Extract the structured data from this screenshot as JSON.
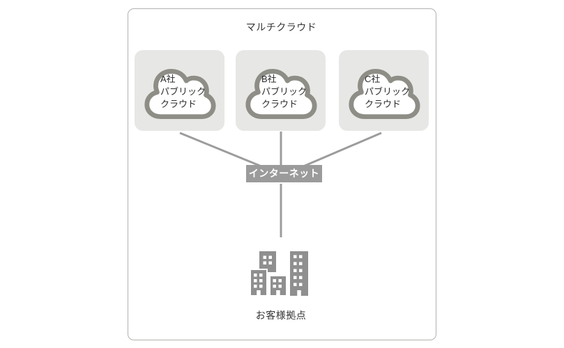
{
  "diagram": {
    "title": "マルチクラウド",
    "clouds": [
      {
        "id": "a",
        "label": "A社\nパブリック\nクラウド"
      },
      {
        "id": "b",
        "label": "B社\nパブリック\nクラウド"
      },
      {
        "id": "c",
        "label": "C社\nパブリック\nクラウド"
      }
    ],
    "internet_label": "インターネット",
    "site_label": "お客様拠点",
    "colors": {
      "frame_border": "#b2b2b0",
      "card_background": "#e7e7e5",
      "cloud_stroke": "#8e8e87",
      "cloud_fill": "#ffffff",
      "connector_line": "#9c9c9c",
      "internet_background": "#9b9b9b",
      "internet_text": "#ffffff",
      "building_fill": "#8f8f8f",
      "text": "#333333"
    }
  }
}
